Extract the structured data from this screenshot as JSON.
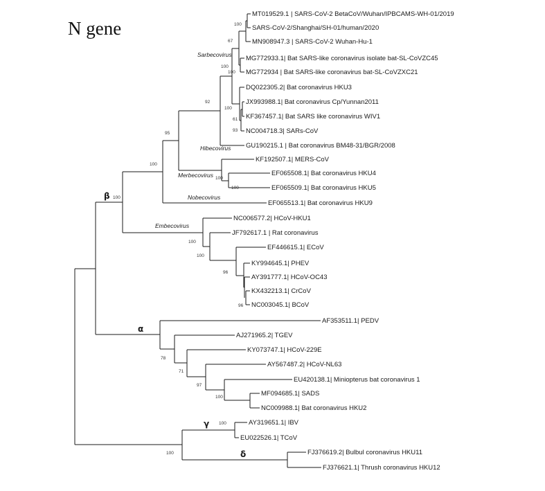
{
  "title": "N gene",
  "colors": {
    "default": "#1a1a1a",
    "blue": "#1a3ccf",
    "red": "#e0241d"
  },
  "leaves": [
    {
      "id": "L1",
      "label": "MT019529.1 | SARS-CoV-2 BetaCoV/Wuhan/IPBCAMS-WH-01/2019",
      "color": "blue"
    },
    {
      "id": "L2",
      "label": "SARS-CoV-2/Shanghai/SH-01/human/2020",
      "color": "red"
    },
    {
      "id": "L3",
      "label": "MN908947.3 | SARS-CoV-2 Wuhan-Hu-1",
      "color": "blue"
    },
    {
      "id": "L4",
      "label": "MG772933.1| Bat SARS-like coronavirus isolate bat-SL-CoVZC45"
    },
    {
      "id": "L5",
      "label": "MG772934 | Bat SARS-like coronavirus bat-SL-CoVZXC21"
    },
    {
      "id": "L6",
      "label": "DQ022305.2| Bat coronavirus HKU3"
    },
    {
      "id": "L7",
      "label": "JX993988.1| Bat coronavirus Cp/Yunnan2011"
    },
    {
      "id": "L8",
      "label": "KF367457.1| Bat SARS like coronavirus WIV1"
    },
    {
      "id": "L9",
      "label": "NC004718.3| SARs-CoV"
    },
    {
      "id": "L10",
      "label": "GU190215.1 | Bat coronavirus BM48-31/BGR/2008"
    },
    {
      "id": "L11",
      "label": "KF192507.1| MERS-CoV"
    },
    {
      "id": "L12",
      "label": "EF065508.1| Bat coronavirus HKU4"
    },
    {
      "id": "L13",
      "label": "EF065509.1| Bat coronavirus HKU5"
    },
    {
      "id": "L14",
      "label": "EF065513.1| Bat coronavirus HKU9"
    },
    {
      "id": "L15",
      "label": "NC006577.2| HCoV-HKU1"
    },
    {
      "id": "L16",
      "label": "JF792617.1 | Rat coronavirus"
    },
    {
      "id": "L17",
      "label": "EF446615.1| ECoV"
    },
    {
      "id": "L18",
      "label": "KY994645.1| PHEV"
    },
    {
      "id": "L19",
      "label": "AY391777.1| HCoV-OC43"
    },
    {
      "id": "L20",
      "label": "KX432213.1| CrCoV"
    },
    {
      "id": "L21",
      "label": "NC003045.1| BCoV"
    },
    {
      "id": "L22",
      "label": "AF353511.1| PEDV"
    },
    {
      "id": "L23",
      "label": "AJ271965.2| TGEV"
    },
    {
      "id": "L24",
      "label": "KY073747.1| HCoV-229E"
    },
    {
      "id": "L25",
      "label": "AY567487.2| HCoV-NL63"
    },
    {
      "id": "L26",
      "label": "EU420138.1| Miniopterus bat coronavirus 1"
    },
    {
      "id": "L27",
      "label": "MF094685.1| SADS"
    },
    {
      "id": "L28",
      "label": "NC009988.1| Bat coronavirus HKU2"
    },
    {
      "id": "L29",
      "label": "AY319651.1| IBV"
    },
    {
      "id": "L30",
      "label": "EU022526.1| TCoV"
    },
    {
      "id": "L31",
      "label": "FJ376619.2| Bulbul coronavirus HKU11"
    },
    {
      "id": "L32",
      "label": "FJ376621.1| Thrush coronavirus HKU12"
    }
  ],
  "bootstrap_labels": [
    "100",
    "67",
    "100",
    "100",
    "61",
    "93",
    "100",
    "92",
    "100",
    "100",
    "95",
    "100",
    "100",
    "100",
    "100",
    "96",
    "96",
    "78",
    "71",
    "97",
    "100",
    "100",
    "100"
  ],
  "clade_labels": [
    "Sarbecovirus",
    "Hibecovirus",
    "Merbecovirus",
    "Nobecovirus",
    "Embecovirus"
  ],
  "genus_labels": [
    "β",
    "α",
    "γ",
    "δ"
  ]
}
